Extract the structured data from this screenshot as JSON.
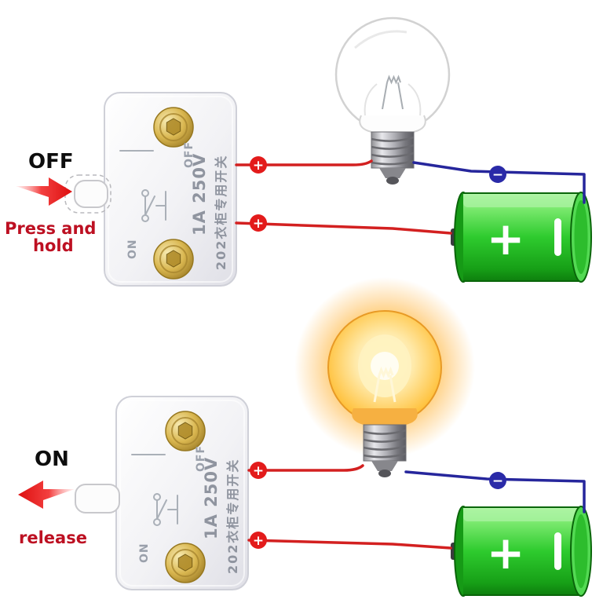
{
  "sections": [
    {
      "state_label": "OFF",
      "action_lines": [
        "Press and",
        "hold"
      ],
      "bulb_state": "off"
    },
    {
      "state_label": "ON",
      "action_lines": [
        "release"
      ],
      "bulb_state": "on"
    }
  ],
  "switch_markings": {
    "rating": "1A 250V",
    "model": "202衣柜专用开关",
    "on_label": "ON",
    "off_label": "OFF"
  },
  "battery": {
    "positive_mark": "+",
    "negative_mark": "−"
  },
  "wire_labels": {
    "positive": "+",
    "negative": "−"
  },
  "colors": {
    "wire_positive": "#d32020",
    "wire_negative": "#26269c",
    "terminal_positive_badge": "#e31b1b",
    "terminal_negative_badge": "#2a2aa8",
    "battery_green": "#2ecb2e",
    "arrow_red": "#dd0f0f",
    "action_text_red": "#bd1022",
    "state_text": "#0d0d0d",
    "bulb_glow": "#ffb53a",
    "brass_screw": "#caa338"
  }
}
